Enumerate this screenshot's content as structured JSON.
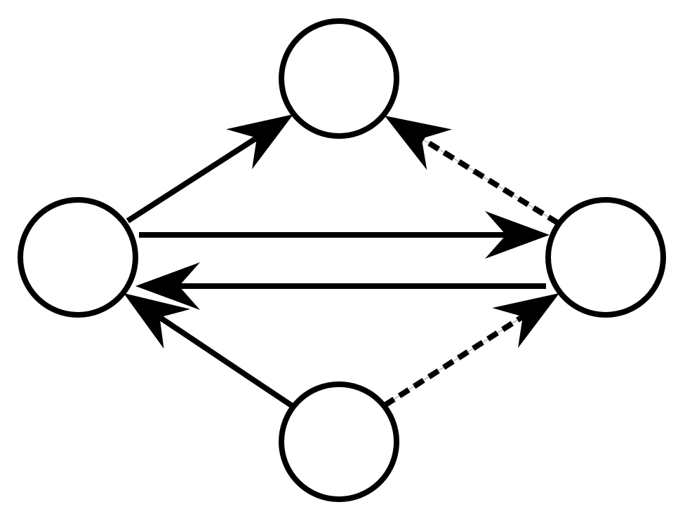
{
  "diagram": {
    "colors": {
      "stroke": "#000000",
      "fill": "#ffffff",
      "dash_gap": "#bbbbbb"
    },
    "nodes": [
      {
        "id": "top"
      },
      {
        "id": "left"
      },
      {
        "id": "right"
      },
      {
        "id": "bottom"
      }
    ],
    "edges": [
      {
        "from": "left",
        "to": "top",
        "style": "solid"
      },
      {
        "from": "right",
        "to": "top",
        "style": "dashed"
      },
      {
        "from": "left",
        "to": "right",
        "style": "solid"
      },
      {
        "from": "right",
        "to": "left",
        "style": "solid"
      },
      {
        "from": "bottom",
        "to": "left",
        "style": "solid"
      },
      {
        "from": "bottom",
        "to": "right",
        "style": "dashed"
      }
    ]
  }
}
